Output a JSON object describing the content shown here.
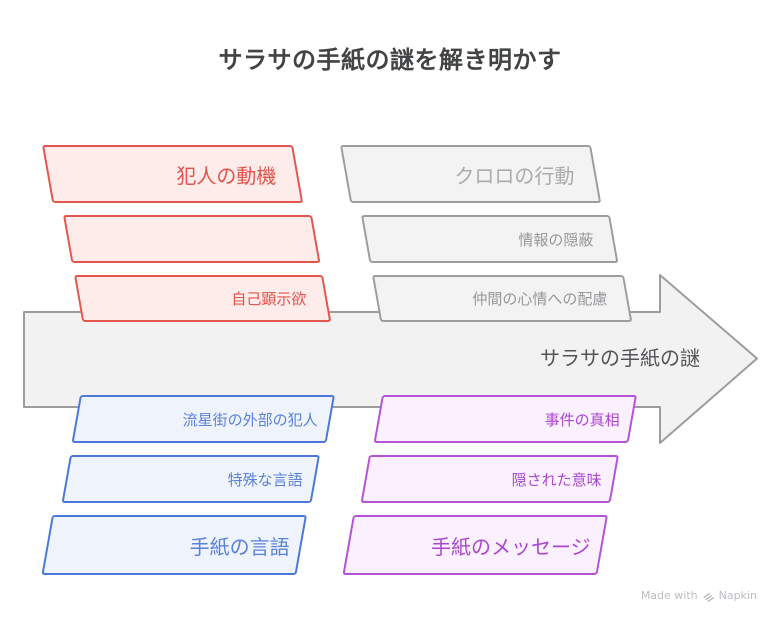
{
  "title": "サラサの手紙の謎を解き明かす",
  "arrow": {
    "label": "サラサの手紙の謎",
    "fill": "#f2f2f3",
    "stroke": "#9d9d9d"
  },
  "groups": [
    {
      "id": "culprit-motive",
      "accent": "#e2564e",
      "fill": "#fdecea",
      "items": [
        {
          "label": "犯人の動機"
        },
        {
          "label": ""
        },
        {
          "label": "自己顕示欲"
        }
      ]
    },
    {
      "id": "chrollo-actions",
      "accent": "#9d9d9d",
      "fill": "#f3f3f3",
      "items": [
        {
          "label": "クロロの行動"
        },
        {
          "label": "情報の隠蔽"
        },
        {
          "label": "仲間の心情への配慮"
        }
      ]
    },
    {
      "id": "letter-language",
      "accent": "#4a78d6",
      "fill": "#eef3fc",
      "items": [
        {
          "label": "流星街の外部の犯人"
        },
        {
          "label": "特殊な言語"
        },
        {
          "label": "手紙の言語"
        }
      ]
    },
    {
      "id": "letter-message",
      "accent": "#b453d6",
      "fill": "#fbf1fe",
      "items": [
        {
          "label": "事件の真相"
        },
        {
          "label": "隠された意味"
        },
        {
          "label": "手紙のメッセージ"
        }
      ]
    }
  ],
  "footer": {
    "made_with": "Made with",
    "brand": "Napkin"
  }
}
